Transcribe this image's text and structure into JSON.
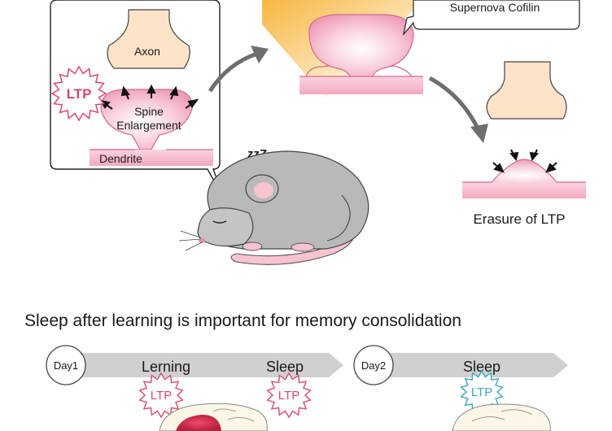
{
  "callout": {
    "axon": "Axon",
    "ltp_badge": "LTP",
    "spine_line1": "Spine",
    "spine_line2": "Enlargement",
    "dendrite": "Dendrite"
  },
  "sleep_symbol": "zzZ",
  "cofilin_box": {
    "label": "Supernova  Cofilin"
  },
  "erasure": {
    "label": "Erasure of LTP"
  },
  "caption": "Sleep after learning is important for memory consolidation",
  "timeline": {
    "day1": {
      "badge": "Day1",
      "learning": "Lerning",
      "sleep": "Sleep",
      "ltp1": "LTP",
      "ltp2": "LTP"
    },
    "day2": {
      "badge": "Day2",
      "sleep": "Sleep",
      "ltp": "LTP"
    }
  },
  "colors": {
    "pink": "#f6bfd0",
    "pink_dark": "#e48aa8",
    "axon": "#fde3c7",
    "ltp_red": "#d9486b",
    "ltp_teal": "#3aa7b8",
    "arrow_gray": "#6e6e6e",
    "mouse_gray": "#b9b9b9",
    "timeline_gray": "#d0d0d0"
  }
}
